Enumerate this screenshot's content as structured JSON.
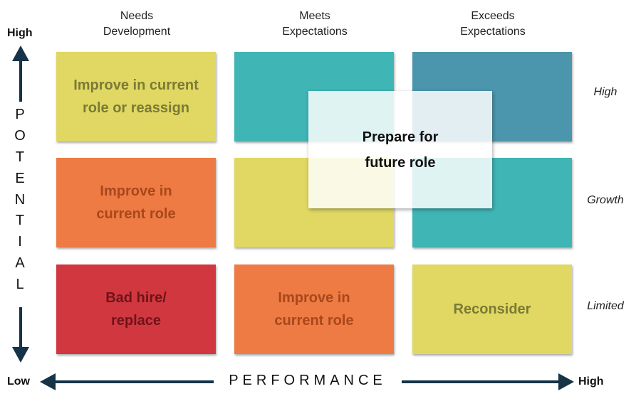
{
  "columns": [
    {
      "line1": "Needs",
      "line2": "Development"
    },
    {
      "line1": "Meets",
      "line2": "Expectations"
    },
    {
      "line1": "Exceeds",
      "line2": "Expectations"
    }
  ],
  "rows": [
    "High",
    "Growth",
    "Limited"
  ],
  "cells": [
    [
      {
        "lines": [
          "Improve in current",
          "role or reassign"
        ],
        "color": "#e0d862",
        "text_color": "#7b7a36"
      },
      {
        "lines": [],
        "color": "#3fb5b5",
        "text_color": "#ffffff"
      },
      {
        "lines": [],
        "color": "#4b96ac",
        "text_color": "#ffffff"
      }
    ],
    [
      {
        "lines": [
          "Improve in",
          "current role"
        ],
        "color": "#ee7b43",
        "text_color": "#a8471c"
      },
      {
        "lines": [],
        "color": "#e0d862",
        "text_color": "#7b7a36"
      },
      {
        "lines": [],
        "color": "#3fb5b5",
        "text_color": "#ffffff"
      }
    ],
    [
      {
        "lines": [
          "Bad hire/",
          "replace"
        ],
        "color": "#d1373f",
        "text_color": "#6e1418"
      },
      {
        "lines": [
          "Improve in",
          "current role"
        ],
        "color": "#ee7b43",
        "text_color": "#a8471c"
      },
      {
        "lines": [
          "Reconsider"
        ],
        "color": "#e0d862",
        "text_color": "#7b7a36"
      }
    ]
  ],
  "overlay": {
    "line1": "Prepare for",
    "line2": "future role"
  },
  "potential_axis": {
    "high_label": "High",
    "letters": [
      "P",
      "O",
      "T",
      "E",
      "N",
      "T",
      "I",
      "A",
      "L"
    ]
  },
  "performance_axis": {
    "low_label": "Low",
    "title": "PERFORMANCE",
    "high_label": "High"
  },
  "colors": {
    "arrow": "#163347"
  }
}
